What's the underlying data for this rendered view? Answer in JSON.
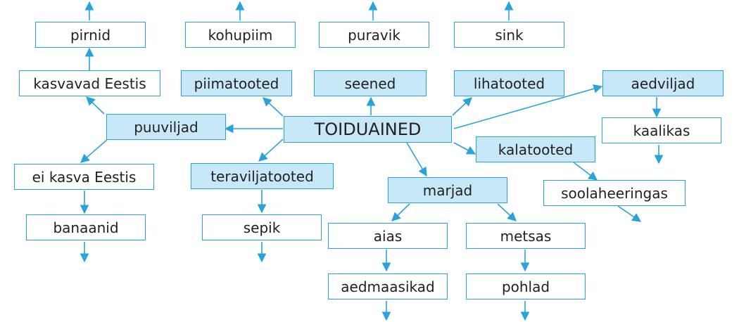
{
  "nodes": {
    "pirnid": "pirnid",
    "kohupiim": "kohupiim",
    "puravik": "puravik",
    "sink": "sink",
    "kasvavad_eestis": "kasvavad Eestis",
    "piimatooted": "piimatooted",
    "seened": "seened",
    "lihatooted": "lihatooted",
    "aedviljad": "aedviljad",
    "puuviljad": "puuviljad",
    "toiduained": "TOIDUAINED",
    "kaalikas": "kaalikas",
    "kalatooted": "kalatooted",
    "ei_kasva_eestis": "ei kasva Eestis",
    "teraviljatooted": "teraviljatooted",
    "soolaheeringas": "soolaheeringas",
    "marjad": "marjad",
    "banaanid": "banaanid",
    "sepik": "sepik",
    "aias": "aias",
    "metsas": "metsas",
    "aedmaasikad": "aedmaasikad",
    "pohlad": "pohlad"
  },
  "colors": {
    "line": "#29a3dc",
    "highlight_fill": "#c6e8f8",
    "box_border": "#29a3dc",
    "text": "#231f20"
  }
}
